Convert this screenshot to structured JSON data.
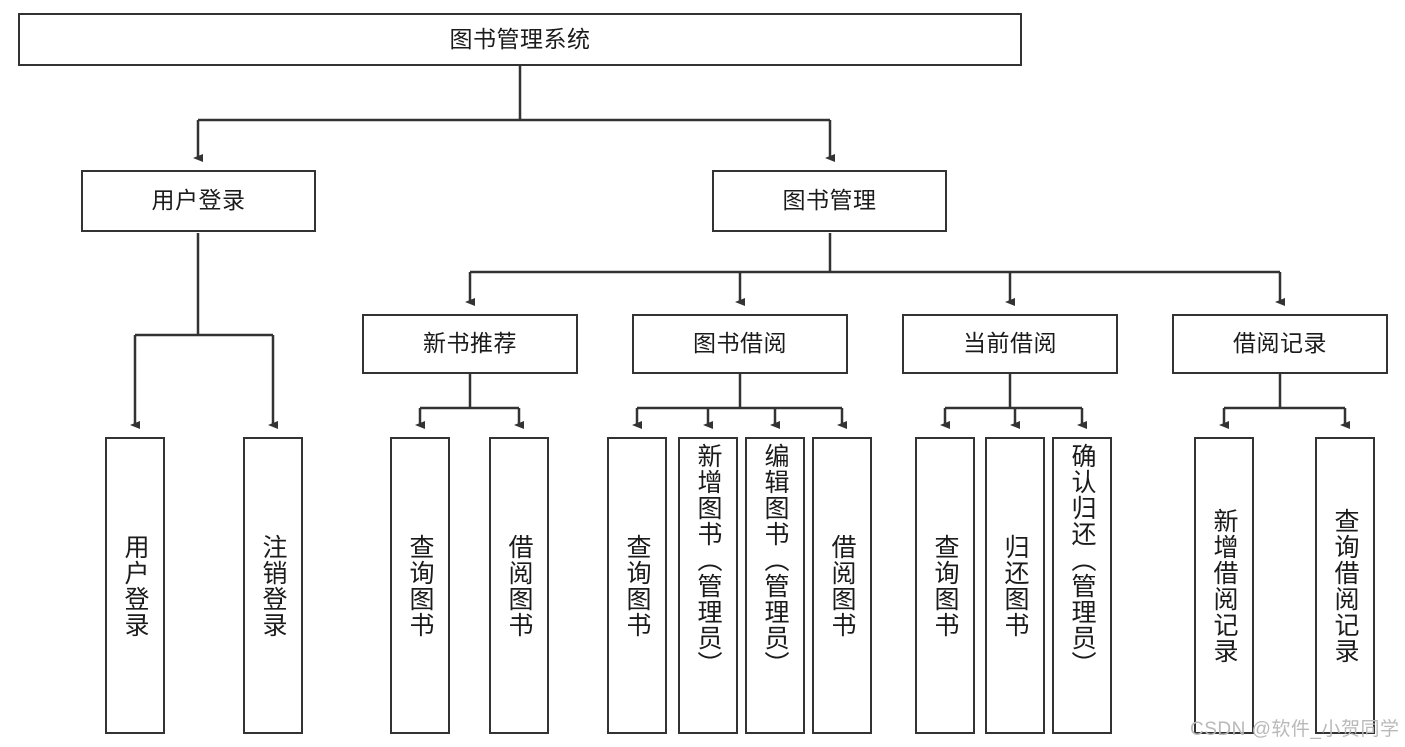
{
  "diagram": {
    "title": "图书管理系统",
    "type": "tree-hierarchy-chart",
    "root": {
      "label": "图书管理系统"
    },
    "level2": [
      {
        "label": "用户登录"
      },
      {
        "label": "图书管理"
      }
    ],
    "level3": [
      {
        "label": "新书推荐"
      },
      {
        "label": "图书借阅"
      },
      {
        "label": "当前借阅"
      },
      {
        "label": "借阅记录"
      }
    ],
    "leaves": {
      "user_login": [
        {
          "label": "用户登录"
        },
        {
          "label": "注销登录"
        }
      ],
      "new_book_recommend": [
        {
          "label": "查询图书"
        },
        {
          "label": "借阅图书"
        }
      ],
      "book_borrow": [
        {
          "label": "查询图书"
        },
        {
          "label": "新增图书（管理员）"
        },
        {
          "label": "编辑图书（管理员）"
        },
        {
          "label": "借阅图书"
        }
      ],
      "current_borrow": [
        {
          "label": "查询图书"
        },
        {
          "label": "归还图书"
        },
        {
          "label": "确认归还（管理员）"
        }
      ],
      "borrow_record": [
        {
          "label": "新增借阅记录"
        },
        {
          "label": "查询借阅记录"
        }
      ]
    }
  },
  "watermark": {
    "text": "CSDN @软件_小贺同学"
  },
  "colors": {
    "stroke": "#333333",
    "text": "#1b1b1b",
    "background": "#ffffff",
    "watermark": "#b9b9b9"
  }
}
